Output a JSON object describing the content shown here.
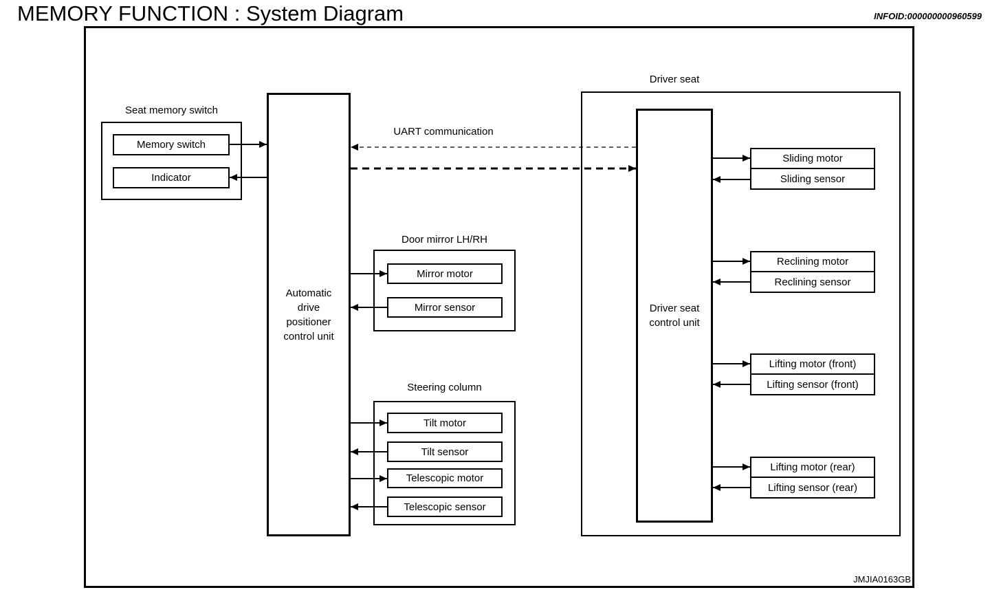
{
  "header": {
    "title": "MEMORY FUNCTION : System Diagram",
    "infoid": "INFOID:000000000960599"
  },
  "footer": {
    "figure_id": "JMJIA0163GB"
  },
  "groups": {
    "seat_memory_switch": {
      "label": "Seat memory switch"
    },
    "door_mirror": {
      "label": "Door mirror LH/RH"
    },
    "steering_column": {
      "label": "Steering column"
    },
    "driver_seat": {
      "label": "Driver seat"
    }
  },
  "connections": {
    "uart_label": "UART communication"
  },
  "boxes": {
    "memory_switch": "Memory switch",
    "indicator": "Indicator",
    "adp_unit": "Automatic\ndrive\npositioner\ncontrol unit",
    "driver_seat_unit": "Driver seat\ncontrol unit",
    "mirror_motor": "Mirror motor",
    "mirror_sensor": "Mirror sensor",
    "tilt_motor": "Tilt motor",
    "tilt_sensor": "Tilt sensor",
    "telescopic_motor": "Telescopic motor",
    "telescopic_sensor": "Telescopic sensor",
    "sliding_motor": "Sliding motor",
    "sliding_sensor": "Sliding sensor",
    "reclining_motor": "Reclining motor",
    "reclining_sensor": "Reclining sensor",
    "lifting_motor_front": "Lifting motor (front)",
    "lifting_sensor_front": "Lifting sensor (front)",
    "lifting_motor_rear": "Lifting motor (rear)",
    "lifting_sensor_rear": "Lifting sensor (rear)"
  },
  "colors": {
    "line": "#000000",
    "background": "#ffffff"
  }
}
